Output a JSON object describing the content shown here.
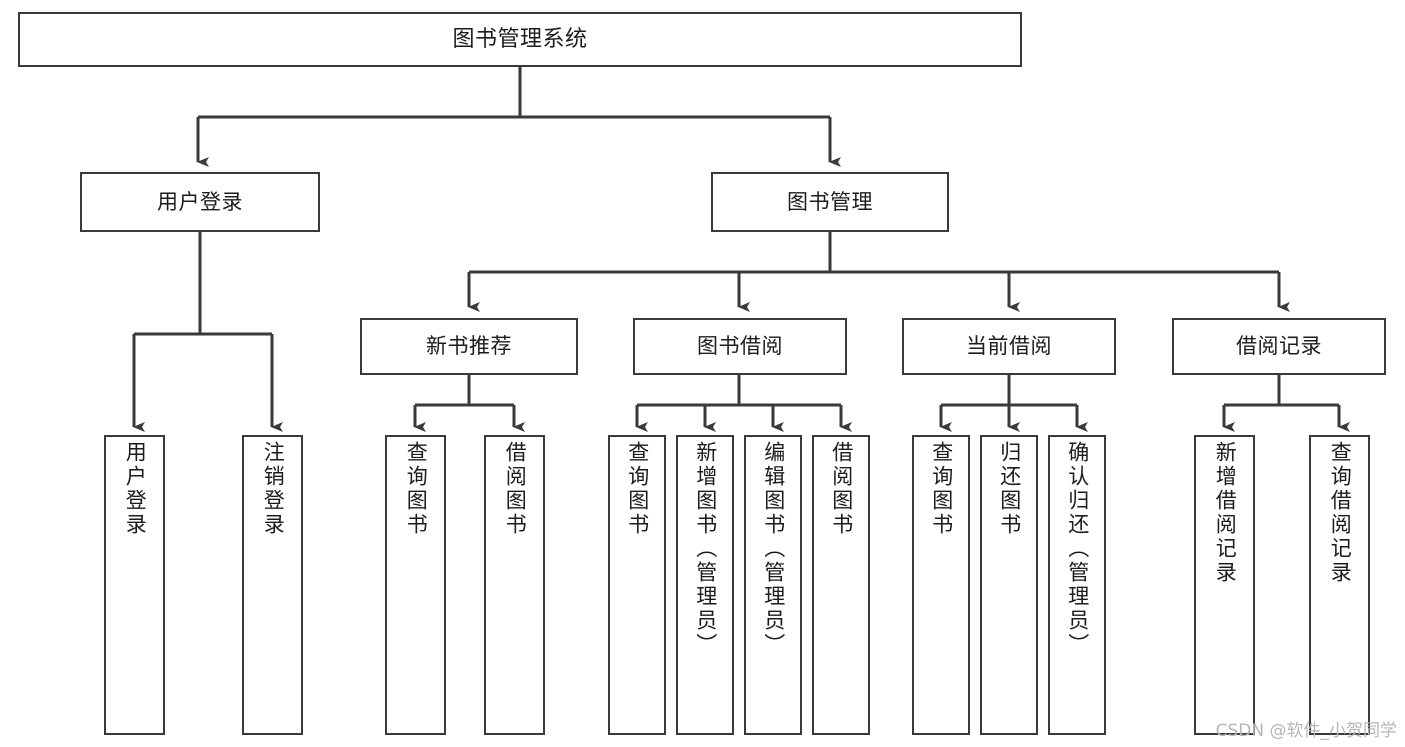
{
  "diagram": {
    "type": "tree-hierarchy-chart",
    "title": "图书管理系统",
    "line_color": "#3a3a3a",
    "box_fill": "#ffffff",
    "text_color": "#1c1c1c"
  },
  "nodes": {
    "root": {
      "label": "图书管理系统"
    },
    "level1": [
      {
        "label": "用户登录"
      },
      {
        "label": "图书管理"
      }
    ],
    "level2": [
      {
        "label": "新书推荐"
      },
      {
        "label": "图书借阅"
      },
      {
        "label": "当前借阅"
      },
      {
        "label": "借阅记录"
      }
    ],
    "leaves": {
      "user_login": [
        {
          "label": "用户登录"
        },
        {
          "label": "注销登录"
        }
      ],
      "new_book_recommend": [
        {
          "label": "查询图书"
        },
        {
          "label": "借阅图书"
        }
      ],
      "book_borrow": [
        {
          "label": "查询图书"
        },
        {
          "label": "新增图书（管理员）"
        },
        {
          "label": "编辑图书（管理员）"
        },
        {
          "label": "借阅图书"
        }
      ],
      "current_borrow": [
        {
          "label": "查询图书"
        },
        {
          "label": "归还图书"
        },
        {
          "label": "确认归还（管理员）"
        }
      ],
      "borrow_record": [
        {
          "label": "新增借阅记录"
        },
        {
          "label": "查询借阅记录"
        }
      ]
    }
  },
  "watermark": {
    "text": "CSDN @软件_小贺同学"
  }
}
